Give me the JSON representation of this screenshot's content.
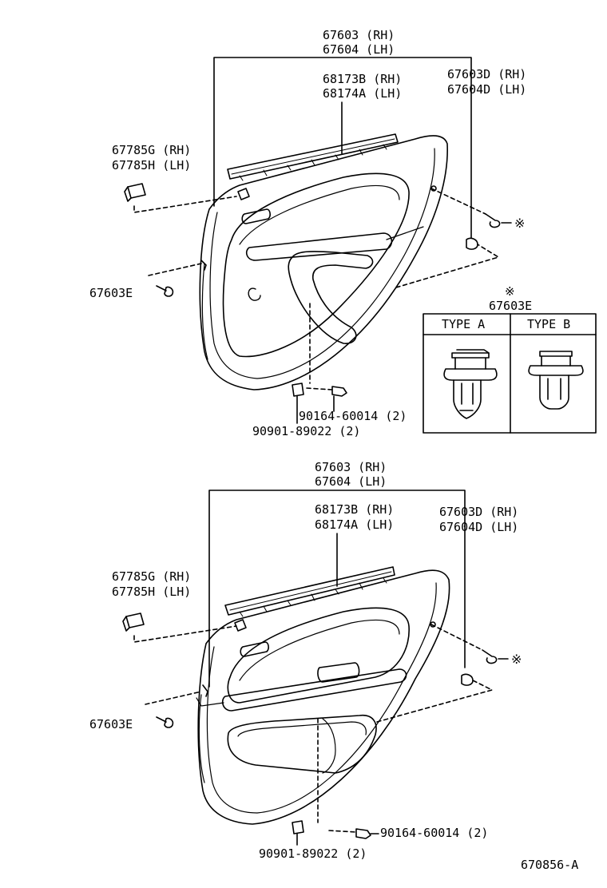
{
  "diagram": {
    "upper": {
      "panel_rh": "67603 (RH)",
      "panel_lh": "67604 (LH)",
      "weatherstrip_rh": "68173B (RH)",
      "weatherstrip_lh": "68174A (LH)",
      "clip_d_rh": "67603D (RH)",
      "clip_d_lh": "67604D (LH)",
      "cover_rh": "67785G (RH)",
      "cover_lh": "67785H (LH)",
      "clip_e": "67603E",
      "screw": "90164-60014 (2)",
      "nut": "90901-89022 (2)"
    },
    "lower": {
      "panel_rh": "67603 (RH)",
      "panel_lh": "67604 (LH)",
      "weatherstrip_rh": "68173B (RH)",
      "weatherstrip_lh": "68174A (LH)",
      "clip_d_rh": "67603D (RH)",
      "clip_d_lh": "67604D (LH)",
      "cover_rh": "67785G (RH)",
      "cover_lh": "67785H (LH)",
      "clip_e": "67603E",
      "screw": "90164-60014 (2)",
      "nut": "90901-89022 (2)"
    },
    "inset": {
      "symbol": "※",
      "part": "67603E",
      "type_a": "TYPE A",
      "type_b": "TYPE B"
    },
    "ref_symbol": "※",
    "figure_code": "670856-A"
  }
}
